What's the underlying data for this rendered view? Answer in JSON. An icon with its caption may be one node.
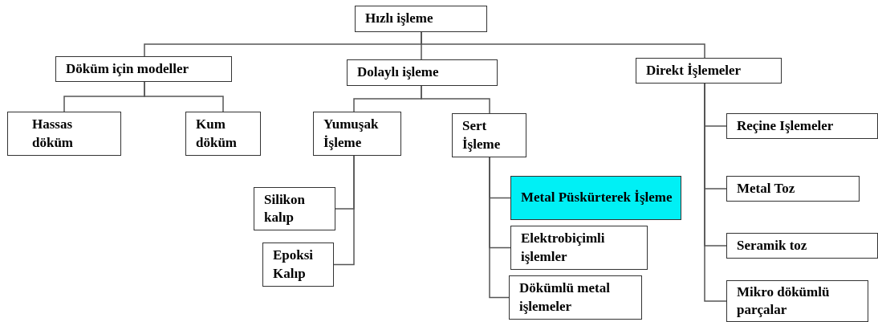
{
  "diagram": {
    "nodes": [
      {
        "text": [
          "Hızlı işleme"
        ]
      },
      {
        "text": [
          "Döküm için modeller"
        ]
      },
      {
        "text": [
          "Dolaylı işleme"
        ]
      },
      {
        "text": [
          "Direkt İşlemeler"
        ]
      },
      {
        "text": [
          "Hassas döküm"
        ]
      },
      {
        "text": [
          "Kum döküm"
        ]
      },
      {
        "text": [
          "Yumuşak İşleme"
        ]
      },
      {
        "text": [
          "Sert İşleme"
        ]
      },
      {
        "text": [
          "Silikon kalıp"
        ]
      },
      {
        "text": [
          "Epoksi Kalıp"
        ]
      },
      {
        "text": [
          "Metal Püskürterek İşleme"
        ]
      },
      {
        "text": [
          "Elektrobiçimli işlemler"
        ]
      },
      {
        "text": [
          "Dökümlü metal işlemeler"
        ]
      },
      {
        "text": [
          "Reçine Işlemeler"
        ]
      },
      {
        "text": [
          "Metal Toz"
        ]
      },
      {
        "text": [
          "Seramik toz"
        ]
      },
      {
        "text": [
          "Mikro dökümlü parçalar"
        ]
      }
    ],
    "edges": [
      {
        "from": 0,
        "to": 1,
        "arrow": "none"
      },
      {
        "from": 0,
        "to": 2,
        "arrow": "none"
      },
      {
        "from": 0,
        "to": 3,
        "arrow": "none"
      },
      {
        "from": 1,
        "to": 4,
        "arrow": "none"
      },
      {
        "from": 1,
        "to": 5,
        "arrow": "none"
      },
      {
        "from": 2,
        "to": 6,
        "arrow": "none"
      },
      {
        "from": 2,
        "to": 7,
        "arrow": "none"
      },
      {
        "from": 6,
        "to": 8,
        "arrow": "none"
      },
      {
        "from": 6,
        "to": 9,
        "arrow": "none"
      },
      {
        "from": 7,
        "to": 10,
        "arrow": "none"
      },
      {
        "from": 7,
        "to": 11,
        "arrow": "none"
      },
      {
        "from": 7,
        "to": 12,
        "arrow": "none"
      },
      {
        "from": 3,
        "to": 13,
        "arrow": "none"
      },
      {
        "from": 3,
        "to": 14,
        "arrow": "none"
      },
      {
        "from": 3,
        "to": 15,
        "arrow": "none"
      },
      {
        "from": 3,
        "to": 16,
        "arrow": "none"
      }
    ]
  }
}
